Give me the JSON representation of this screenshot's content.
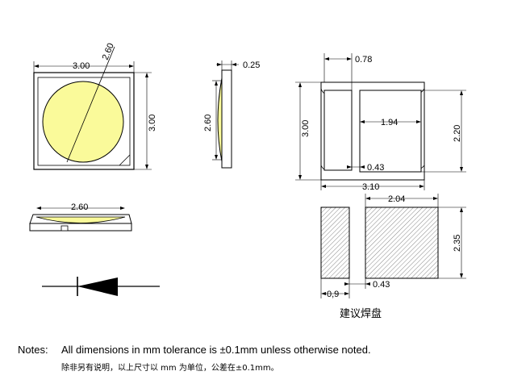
{
  "dimensions": {
    "top_width": "3.00",
    "top_height": "3.00",
    "lens_diameter": "2.60",
    "side_height": "2.60",
    "side_thickness": "0.25",
    "front_width": "2.60",
    "bottom_pad_width": "0.78",
    "bottom_height": "3.00",
    "bottom_inner_width": "1.94",
    "bottom_inner_height": "2.20",
    "bottom_gap": "0.43",
    "bottom_total_width": "3.10",
    "pad_large_width": "2.04",
    "pad_height": "2.35",
    "pad_small_width": "0,9",
    "pad_gap": "0.43"
  },
  "captions": {
    "solder_pad": "建议焊盘"
  },
  "notes": {
    "label": "Notes:",
    "english": "All dimensions in mm tolerance is ±0.1mm unless otherwise noted.",
    "chinese": "除非另有说明，以上尺寸以 mm 为单位，公差在±0.1mm。"
  },
  "colors": {
    "lens": "#fafa9a",
    "line": "#000000",
    "hatch": "#777777"
  }
}
